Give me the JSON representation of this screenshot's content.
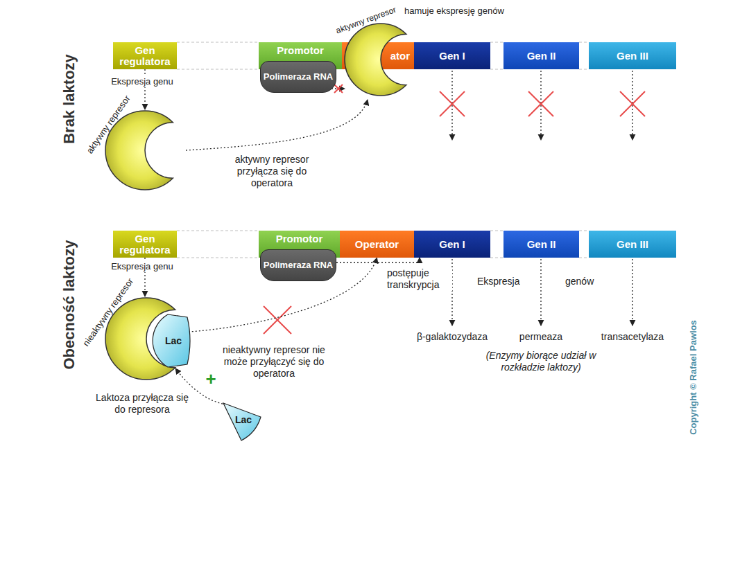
{
  "diagram": {
    "nodes": [
      {
        "text": [
          "Gen regulatora"
        ]
      },
      {
        "text": [
          "Promotor"
        ]
      },
      {
        "text": [
          "Polimeraza RNA"
        ]
      },
      {
        "text": [
          "ator"
        ]
      },
      {
        "text": [
          "aktywny represor",
          "hamuje ekspresję genów"
        ]
      },
      {
        "text": [
          "Gen I"
        ]
      },
      {
        "text": [
          "Gen II"
        ]
      },
      {
        "text": [
          "Gen III"
        ]
      },
      {
        "text": [
          "aktywny represor"
        ]
      },
      {
        "text": [
          "Gen regulatora"
        ]
      },
      {
        "text": [
          "Promotor"
        ]
      },
      {
        "text": [
          "Polimeraza RNA"
        ]
      },
      {
        "text": [
          "Operator"
        ]
      },
      {
        "text": [
          "Gen I"
        ]
      },
      {
        "text": [
          "Gen II"
        ]
      },
      {
        "text": [
          "Gen III"
        ]
      },
      {
        "text": [
          "nieaktywny represor"
        ]
      },
      {
        "text": [
          "Lac"
        ],
        "in": 16
      },
      {
        "text": [
          "Lac"
        ]
      }
    ],
    "edges": [
      {
        "from": 0,
        "to": 8,
        "arrow": "to",
        "label": "Ekspresja genu"
      },
      {
        "from": 8,
        "to": 4,
        "arrow": "to",
        "label": "aktywny represor przyłącza się do operatora"
      },
      {
        "from": 9,
        "to": 16,
        "arrow": "to",
        "label": "Ekspresja genu"
      },
      {
        "from": 11,
        "to": 13,
        "arrow": "to",
        "label": "postępuje transkrypcja"
      },
      {
        "from": 16,
        "to": 12,
        "arrow": "to",
        "label": "nieaktywny represor nie może przyłączyć się do operatora"
      },
      {
        "from": 18,
        "to": 17,
        "arrow": "to",
        "label": "Laktoza przyłącza się do represora"
      }
    ],
    "labels": [
      "Brak laktozy",
      "Obecność laktozy",
      "+",
      "Ekspresja",
      "genów",
      "β-galaktozydaza",
      "permeaza",
      "transacetylaza",
      "(Enzymy biorące udział w rozkładzie laktozy)",
      "Copyright © Rafael Pawlos"
    ]
  }
}
